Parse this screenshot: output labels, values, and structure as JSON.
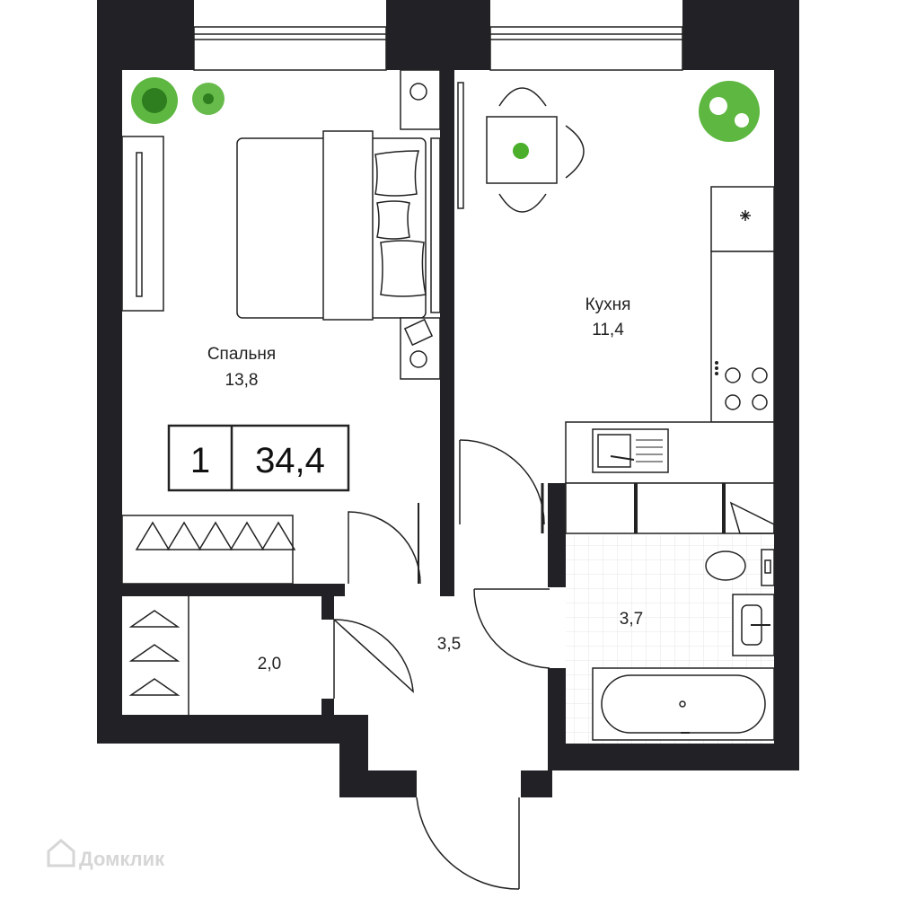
{
  "badge": {
    "rooms": "1",
    "total_area": "34,4"
  },
  "rooms": {
    "bedroom": {
      "name": "Спальня",
      "area": "13,8"
    },
    "kitchen": {
      "name": "Кухня",
      "area": "11,4"
    },
    "closet": {
      "area": "2,0"
    },
    "hallway": {
      "area": "3,5"
    },
    "bathroom": {
      "area": "3,7"
    }
  },
  "watermark": {
    "text": "Домклик"
  },
  "colors": {
    "wall": "#222226",
    "plant": "#4caf2c",
    "plant_dark": "#2e7d1e",
    "tile": "#e6e6e6"
  }
}
